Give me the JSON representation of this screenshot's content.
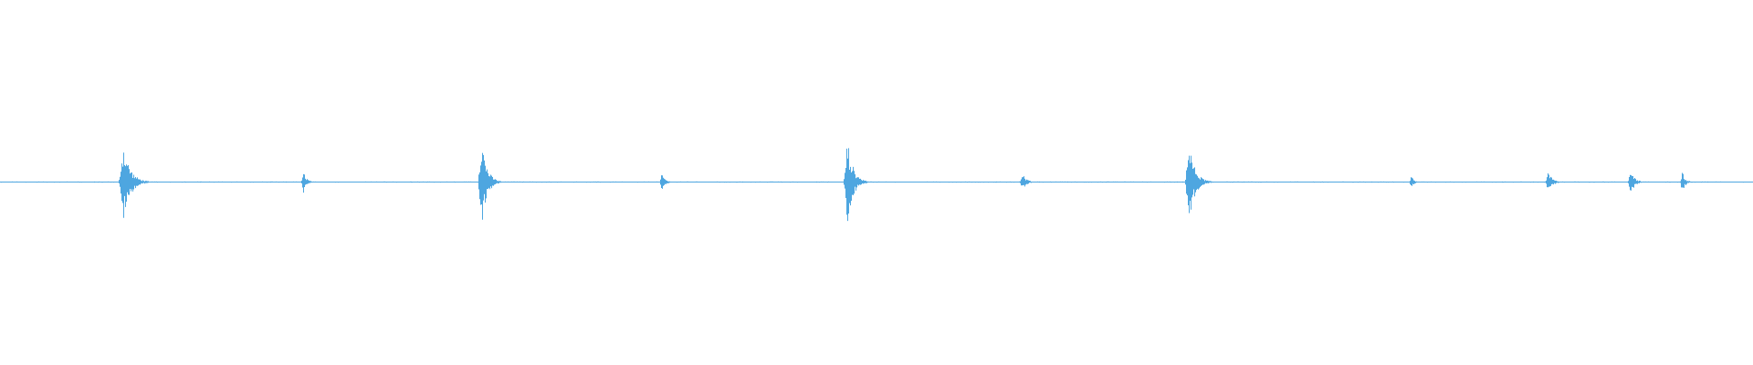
{
  "waveform": {
    "color": "#4ea6e0",
    "background": "#ffffff",
    "bursts": [
      {
        "center_fraction": 0.0735,
        "amplitude": 0.11,
        "length_fraction": 0.017
      },
      {
        "center_fraction": 0.1745,
        "amplitude": 0.03,
        "length_fraction": 0.008
      },
      {
        "center_fraction": 0.277,
        "amplitude": 0.13,
        "length_fraction": 0.013
      },
      {
        "center_fraction": 0.379,
        "amplitude": 0.025,
        "length_fraction": 0.008
      },
      {
        "center_fraction": 0.486,
        "amplitude": 0.12,
        "length_fraction": 0.014
      },
      {
        "center_fraction": 0.585,
        "amplitude": 0.025,
        "length_fraction": 0.01
      },
      {
        "center_fraction": 0.681,
        "amplitude": 0.11,
        "length_fraction": 0.015
      },
      {
        "center_fraction": 0.806,
        "amplitude": 0.02,
        "length_fraction": 0.006
      },
      {
        "center_fraction": 0.885,
        "amplitude": 0.03,
        "length_fraction": 0.01
      },
      {
        "center_fraction": 0.932,
        "amplitude": 0.035,
        "length_fraction": 0.01
      },
      {
        "center_fraction": 0.961,
        "amplitude": 0.03,
        "length_fraction": 0.008
      }
    ]
  }
}
